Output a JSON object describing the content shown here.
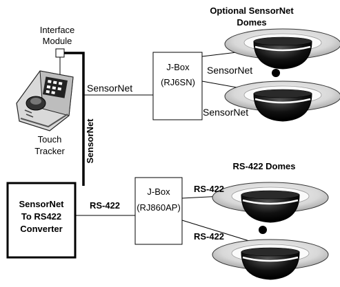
{
  "title_optional": [
    "Optional SensorNet",
    "Domes"
  ],
  "title_rs422": "RS-422 Domes",
  "interface_module": [
    "Interface",
    "Module"
  ],
  "touch_tracker": [
    "Touch",
    "Tracker"
  ],
  "sensornet_vertical": "SensorNet",
  "sensornet_line": "SensorNet",
  "jbox_top": [
    "J-Box",
    "(RJ6SN)"
  ],
  "dome_link_top": "SensorNet",
  "dome_link_bottom": "SensorNet",
  "converter": [
    "SensorNet",
    "To RS422",
    "Converter"
  ],
  "rs422_line": "RS-422",
  "jbox_bottom": [
    "J-Box",
    "(RJ860AP)"
  ],
  "rs422_dome_top": "RS-422",
  "rs422_dome_bottom": "RS-422"
}
